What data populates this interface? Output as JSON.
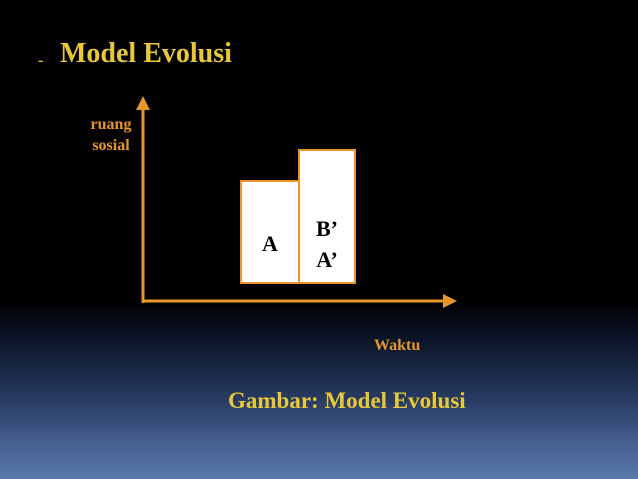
{
  "slide": {
    "bullet": "-",
    "title": "Model Evolusi",
    "caption": "Gambar: Model Evolusi"
  },
  "diagram": {
    "y_axis_label_line1": "ruang",
    "y_axis_label_line2": "sosial",
    "x_axis_label": "Waktu",
    "box_a_label": "A",
    "box_b_label_top": "B’",
    "box_b_label_bottom": "A’"
  },
  "colors": {
    "title": "#e8c838",
    "axis": "#e8962a",
    "box_fill": "#ffffff",
    "box_text": "#000000"
  }
}
